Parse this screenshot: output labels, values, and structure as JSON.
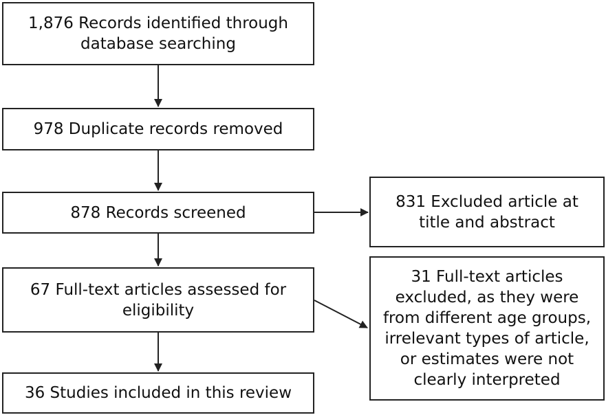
{
  "flow": {
    "identified": "1,876 Records identified through database searching",
    "duplicates": "978 Duplicate records removed",
    "screened": "878 Records screened",
    "fulltext": "67 Full-text articles assessed for eligibility",
    "included": "36 Studies included in this review"
  },
  "side": {
    "excluded_title_abstract": "831 Excluded article at title and abstract",
    "excluded_fulltext": "31 Full-text articles excluded, as they were from different age groups, irrelevant types of article, or estimates were not clearly interpreted"
  }
}
